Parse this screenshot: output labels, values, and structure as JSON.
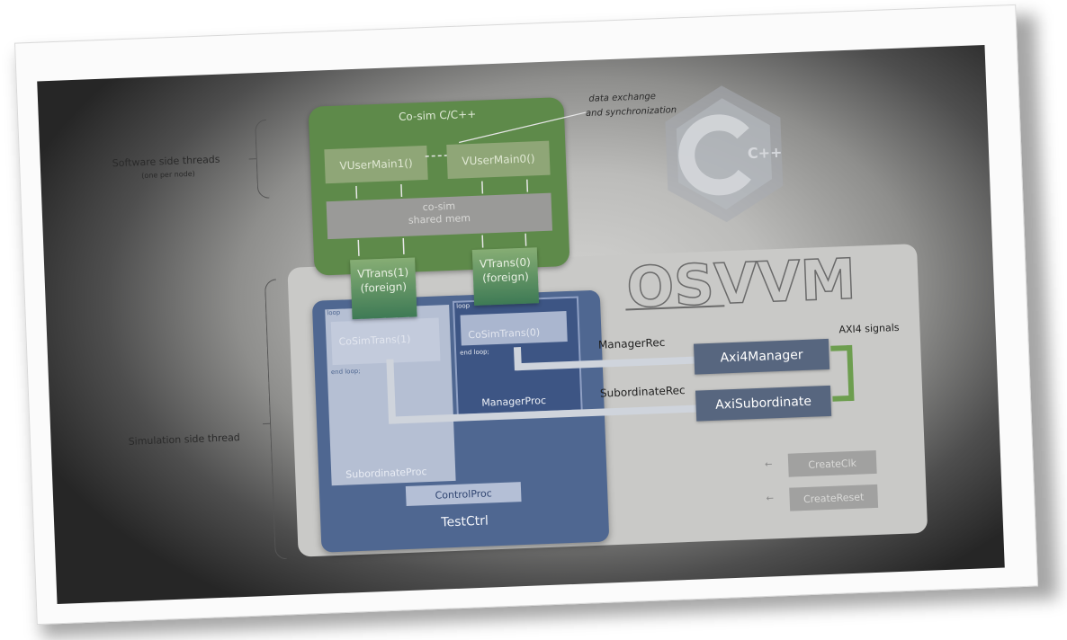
{
  "left_labels": {
    "software_threads": "Software side threads",
    "software_threads_note": "(one per node)",
    "simulation_thread": "Simulation side thread"
  },
  "annotation": {
    "line1": "data exchange",
    "line2": "and synchronization"
  },
  "cosim": {
    "title": "Co-sim C/C++",
    "vuser1": "VUserMain1()",
    "vuser0": "VUserMain0()",
    "shared_line1": "co-sim",
    "shared_line2": "shared mem"
  },
  "vtrans": {
    "one_line1": "VTrans(1)",
    "one_line2": "(foreign)",
    "zero_line1": "VTrans(0)",
    "zero_line2": "(foreign)"
  },
  "testctrl": {
    "title": "TestCtrl",
    "control_proc": "ControlProc",
    "subordinate_proc": "SubordinateProc",
    "manager_proc": "ManagerProc",
    "cosimtrans1": "CoSimTrans(1)",
    "cosimtrans0": "CoSimTrans(0)",
    "loop_label": "loop",
    "end_loop_label": "end loop;"
  },
  "verification": {
    "manager": "Axi4Manager",
    "subordinate": "AxiSubordinate",
    "manager_rec": "ManagerRec",
    "subordinate_rec": "SubordinateRec",
    "axi4_signals": "AXI4 signals",
    "create_clk": "CreateClk",
    "create_reset": "CreateReset"
  },
  "logos": {
    "cpp": "C++",
    "osvvm": "OSVVM"
  },
  "colors": {
    "cosim_green": "#5e8a4a",
    "testctrl_blue": "#4f6791",
    "vc_slate": "#57667f",
    "signal_green": "#6d9e4f",
    "osvvm_yellow": "#d8d49a"
  }
}
